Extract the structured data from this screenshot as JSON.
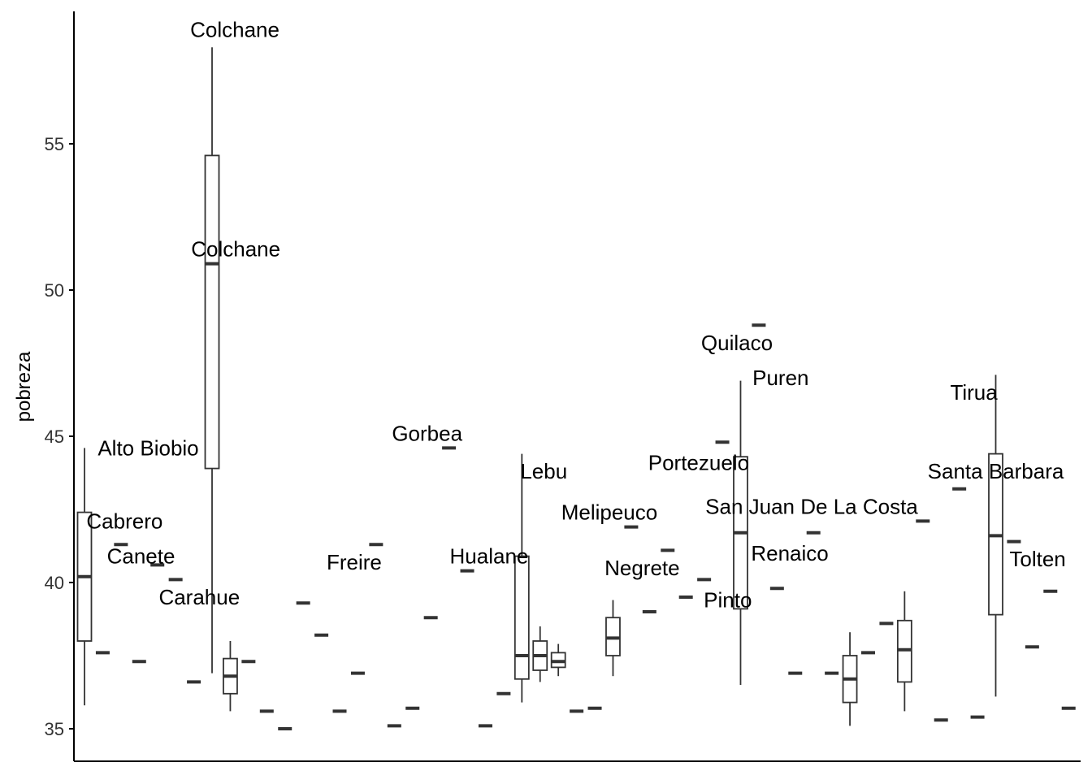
{
  "chart_data": {
    "type": "boxplot",
    "title": "",
    "xlabel": "",
    "ylabel": "pobreza",
    "ylim": [
      34.2,
      59.6
    ],
    "yticks": [
      35,
      40,
      45,
      50,
      55
    ],
    "ytick_labels": [
      "35",
      "40",
      "45",
      "50",
      "55"
    ],
    "grid": false,
    "n_categories": 55,
    "colors": {
      "box": "#333333",
      "axis": "#000000",
      "text": "#000000"
    },
    "boxes": [
      {
        "min": 35.8,
        "q1": 38.0,
        "median": 40.2,
        "q3": 42.4,
        "max": 44.6
      },
      {
        "median": 37.6
      },
      {
        "median": 41.3
      },
      {
        "median": 37.3
      },
      {
        "median": 40.6
      },
      {
        "median": 40.1
      },
      {
        "median": 36.6
      },
      {
        "min": 36.9,
        "q1": 43.9,
        "median": 50.9,
        "q3": 54.6,
        "max": 58.3
      },
      {
        "min": 35.6,
        "q1": 36.2,
        "median": 36.8,
        "q3": 37.4,
        "max": 38.0
      },
      {
        "median": 37.3
      },
      {
        "median": 35.6
      },
      {
        "median": 35.0
      },
      {
        "median": 39.3
      },
      {
        "median": 38.2
      },
      {
        "median": 35.6
      },
      {
        "median": 36.9
      },
      {
        "median": 41.3
      },
      {
        "median": 35.1
      },
      {
        "median": 35.7
      },
      {
        "median": 38.8
      },
      {
        "median": 44.6
      },
      {
        "median": 40.4
      },
      {
        "median": 35.1
      },
      {
        "median": 36.2
      },
      {
        "min": 35.9,
        "q1": 36.7,
        "median": 37.5,
        "q3": 40.9,
        "max": 44.4
      },
      {
        "min": 36.6,
        "q1": 37.0,
        "median": 37.5,
        "q3": 38.0,
        "max": 38.5
      },
      {
        "min": 36.8,
        "q1": 37.1,
        "median": 37.3,
        "q3": 37.6,
        "max": 37.9
      },
      {
        "median": 35.6
      },
      {
        "median": 35.7
      },
      {
        "min": 36.8,
        "q1": 37.5,
        "median": 38.1,
        "q3": 38.8,
        "max": 39.4
      },
      {
        "median": 41.9
      },
      {
        "median": 39.0
      },
      {
        "median": 41.1
      },
      {
        "median": 39.5
      },
      {
        "median": 40.1
      },
      {
        "median": 44.8
      },
      {
        "min": 36.5,
        "q1": 39.1,
        "median": 41.7,
        "q3": 44.3,
        "max": 46.9
      },
      {
        "median": 48.8
      },
      {
        "median": 39.8
      },
      {
        "median": 36.9
      },
      {
        "median": 41.7
      },
      {
        "median": 36.9
      },
      {
        "min": 35.1,
        "q1": 35.9,
        "median": 36.7,
        "q3": 37.5,
        "max": 38.3
      },
      {
        "median": 37.6
      },
      {
        "median": 38.6
      },
      {
        "min": 35.6,
        "q1": 36.6,
        "median": 37.7,
        "q3": 38.7,
        "max": 39.7
      },
      {
        "median": 42.1
      },
      {
        "median": 35.3
      },
      {
        "median": 43.2
      },
      {
        "median": 35.4
      },
      {
        "min": 36.1,
        "q1": 38.9,
        "median": 41.6,
        "q3": 44.4,
        "max": 47.1
      },
      {
        "median": 41.4
      },
      {
        "median": 37.8
      },
      {
        "median": 39.7
      },
      {
        "median": 35.7
      }
    ],
    "annotations": [
      {
        "text": "Colchane",
        "x": 9.25,
        "y": 58.9
      },
      {
        "text": "Colchane",
        "x": 9.3,
        "y": 51.4
      },
      {
        "text": "Alto Biobio",
        "x": 4.5,
        "y": 44.6
      },
      {
        "text": "Cabrero",
        "x": 3.2,
        "y": 42.1
      },
      {
        "text": "Canete",
        "x": 4.1,
        "y": 40.9
      },
      {
        "text": "Carahue",
        "x": 7.3,
        "y": 39.5
      },
      {
        "text": "Freire",
        "x": 15.8,
        "y": 40.7
      },
      {
        "text": "Gorbea",
        "x": 19.8,
        "y": 45.1
      },
      {
        "text": "Hualane",
        "x": 23.2,
        "y": 40.9
      },
      {
        "text": "Lebu",
        "x": 26.2,
        "y": 43.8
      },
      {
        "text": "Melipeuco",
        "x": 29.8,
        "y": 42.4
      },
      {
        "text": "Negrete",
        "x": 31.6,
        "y": 40.5
      },
      {
        "text": "Portezuelo",
        "x": 34.7,
        "y": 44.1
      },
      {
        "text": "Quilaco",
        "x": 36.8,
        "y": 48.2
      },
      {
        "text": "Puren",
        "x": 39.2,
        "y": 47.0
      },
      {
        "text": "San Juan De La Costa",
        "x": 40.9,
        "y": 42.6
      },
      {
        "text": "Renaico",
        "x": 39.7,
        "y": 41.0
      },
      {
        "text": "Pinto",
        "x": 36.3,
        "y": 39.4
      },
      {
        "text": "Tirua",
        "x": 49.8,
        "y": 46.5
      },
      {
        "text": "Santa Barbara",
        "x": 51.0,
        "y": 43.8
      },
      {
        "text": "Tolten",
        "x": 53.3,
        "y": 40.8
      }
    ]
  }
}
